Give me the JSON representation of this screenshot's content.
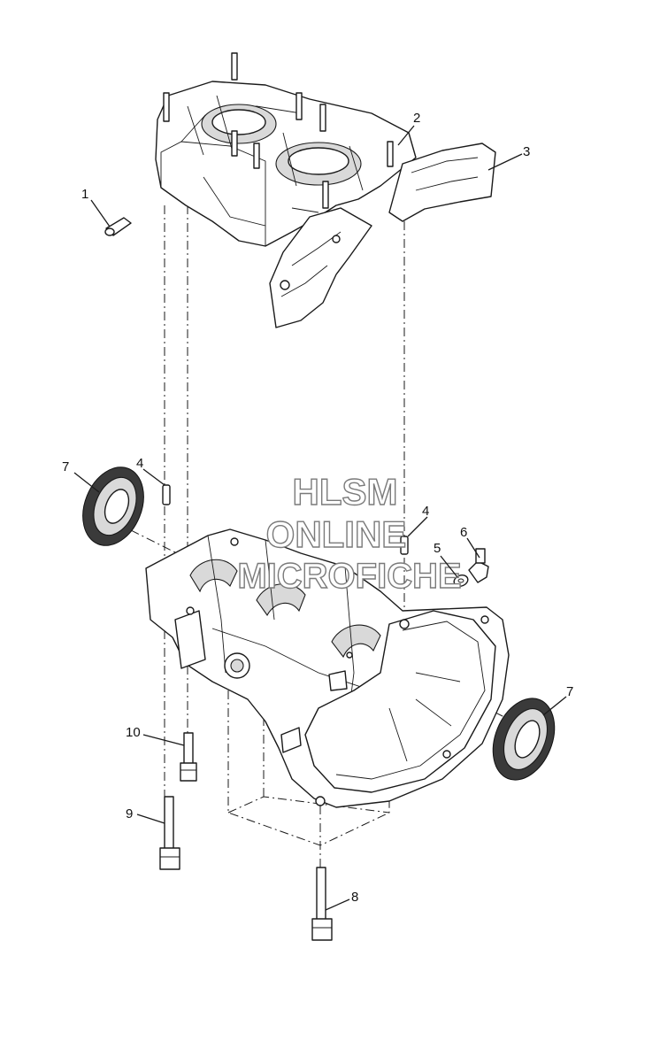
{
  "callouts": [
    {
      "id": "c1",
      "text": "1"
    },
    {
      "id": "c2",
      "text": "2"
    },
    {
      "id": "c3",
      "text": "3"
    },
    {
      "id": "c4a",
      "text": "4"
    },
    {
      "id": "c4b",
      "text": "4"
    },
    {
      "id": "c5",
      "text": "5"
    },
    {
      "id": "c6",
      "text": "6"
    },
    {
      "id": "c7a",
      "text": "7"
    },
    {
      "id": "c7b",
      "text": "7"
    },
    {
      "id": "c8",
      "text": "8"
    },
    {
      "id": "c9",
      "text": "9"
    },
    {
      "id": "c10",
      "text": "10"
    }
  ],
  "watermark": {
    "line1": "HLSM",
    "line2": "ONLINE",
    "line3": "MICROFICHE"
  },
  "colors": {
    "ink": "#1a1a1a",
    "background": "#ffffff",
    "watermark_outline": "#7a7a7a"
  }
}
